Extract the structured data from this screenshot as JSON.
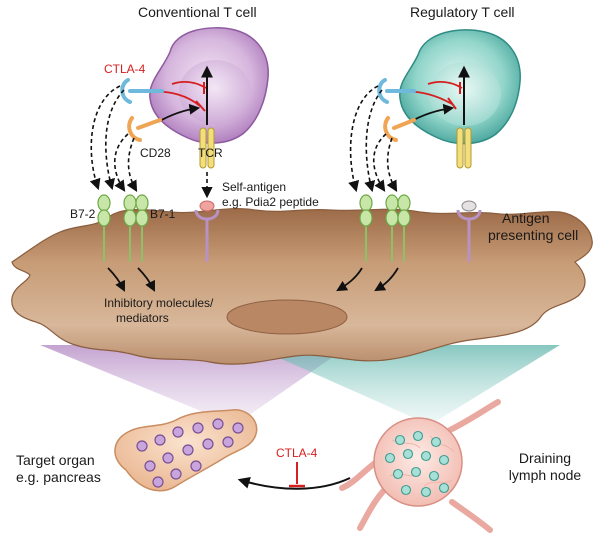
{
  "labels": {
    "conventional_t_cell": "Conventional T cell",
    "regulatory_t_cell": "Regulatory T cell",
    "ctla4_top": "CTLA-4",
    "cd28": "CD28",
    "tcr": "TCR",
    "self_antigen_line1": "Self-antigen",
    "self_antigen_line2": "e.g. Pdia2 peptide",
    "b72": "B7-2",
    "b71": "B7-1",
    "apc_line1": "Antigen",
    "apc_line2": "presenting cell",
    "inhibitory_line1": "Inhibitory molecules/",
    "inhibitory_line2": "mediators",
    "target_line1": "Target organ",
    "target_line2": "e.g. pancreas",
    "ctla4_bottom": "CTLA-4",
    "draining_line1": "Draining",
    "draining_line2": "lymph node"
  },
  "colors": {
    "conventional_cell": "#c9a6d2",
    "regulatory_cell": "#7cc9bf",
    "apc": "#b68a62",
    "ctla4": "#6fb9dd",
    "cd28": "#f0a555",
    "tcr": "#f2de7a",
    "b7": "#9ccf6f",
    "mhc": "#b892c2",
    "inhibition": "#d62020",
    "pancreas": "#f2c9a6",
    "lymph_node": "#f7c9c1"
  }
}
